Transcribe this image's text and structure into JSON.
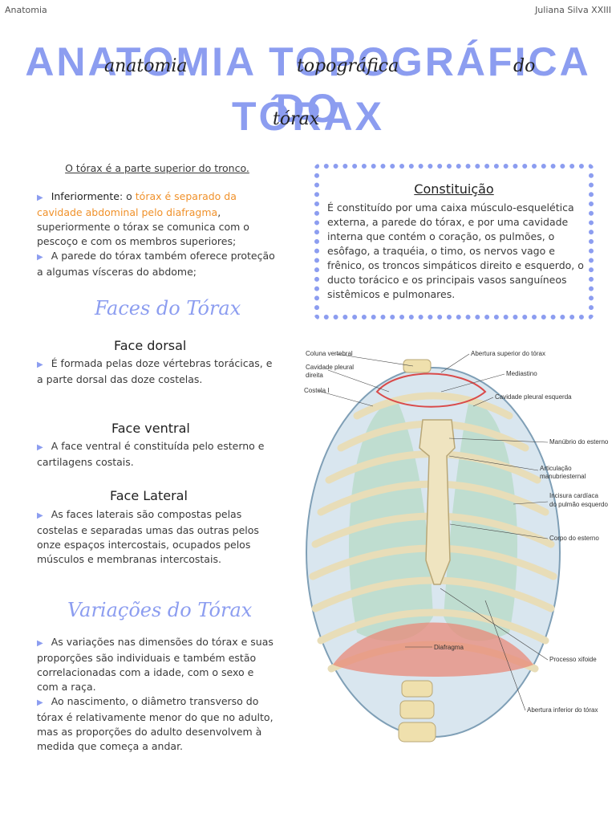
{
  "header": {
    "left": "Anatomia",
    "right": "Juliana Silva XXIII"
  },
  "title": {
    "line1": "Anatomia Topográfica do",
    "line2": "Tórax",
    "script_line1a": "anatomia",
    "script_line1b": "topográfica",
    "script_line1c": "do",
    "script_line2": "tórax"
  },
  "intro": "O tórax é a parte superior do tronco.",
  "intro_block": {
    "p1_label": "Inferiormente",
    "p1_sep": ": o ",
    "p1_orange": "tórax é separado da cavidade abdominal pelo diafragma",
    "p1_rest": ", superiormente o tórax se comunica com o pescoço e com os membros superiores;",
    "p2": "A parede do tórax também oferece proteção a algumas vísceras do abdome;"
  },
  "faces": {
    "heading": "Faces do Tórax",
    "dorsal": {
      "title": "Face dorsal",
      "text": "É formada pelas doze vértebras torácicas, e a parte dorsal das doze costelas."
    },
    "ventral": {
      "title": "Face ventral",
      "text": "A face ventral é constituída pelo esterno e cartilagens costais."
    },
    "lateral": {
      "title": "Face Lateral",
      "text": "As faces laterais são compostas pelas costelas e separadas umas das outras pelos onze espaços intercostais, ocupados pelos músculos e membranas intercostais."
    }
  },
  "variacoes": {
    "heading": "Variações do Tórax",
    "p1": "As variações nas dimensões do tórax e suas proporções são individuais e também estão correlacionadas com a idade, com o sexo e com a raça.",
    "p2": "Ao nascimento, o diâmetro transverso do tórax é relativamente menor do que no adulto, mas as proporções do adulto desenvolvem à medida que começa a andar."
  },
  "constituicao": {
    "title": "Constituição",
    "text": "É constituído por uma caixa músculo-esquelética externa, a parede do tórax, e por uma cavidade interna que contém o coração, os pulmões, o esôfago, a traquéia, o timo, os nervos vago e frênico, os troncos simpáticos direito e esquerdo, o ducto torácico e os principais vasos sanguíneos sistêmicos e pulmonares."
  },
  "figure_labels": {
    "coluna": "Coluna vertebral",
    "cavidade_dir_1": "Cavidade pleural",
    "cavidade_dir_2": "direita",
    "costela": "Costela I",
    "abertura_sup": "Abertura superior do tórax",
    "mediastino": "Mediastino",
    "cavidade_esq": "Cavidade pleural esquerda",
    "manubrio": "Manúbrio do esterno",
    "articulacao_1": "Articulação",
    "articulacao_2": "manubriesternal",
    "incisura_1": "Incisura cardíaca",
    "incisura_2": "do pulmão esquerdo",
    "corpo": "Corpo do esterno",
    "diafragma": "Diafragma",
    "xifoide": "Processo xifoide",
    "abertura_inf": "Abertura inferior do tórax"
  },
  "colors": {
    "accent": "#8c9df0",
    "orange": "#f0912a"
  }
}
